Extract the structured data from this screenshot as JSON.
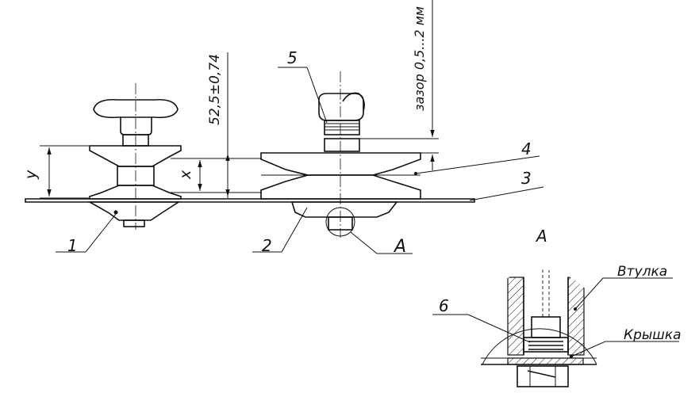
{
  "callouts": {
    "n1": "1",
    "n2": "2",
    "n3": "3",
    "n4": "4",
    "n5": "5",
    "n6": "6",
    "view_a_marker": "A",
    "view_a_title": "A"
  },
  "dimensions": {
    "height": "52,5±0,74",
    "x": "x",
    "y": "y",
    "gap": "зазор 0,5...2 мм"
  },
  "detail_labels": {
    "bushing": "Втулка",
    "cover": "Крышка"
  },
  "colors": {
    "line": "#111111",
    "background": "#ffffff"
  }
}
